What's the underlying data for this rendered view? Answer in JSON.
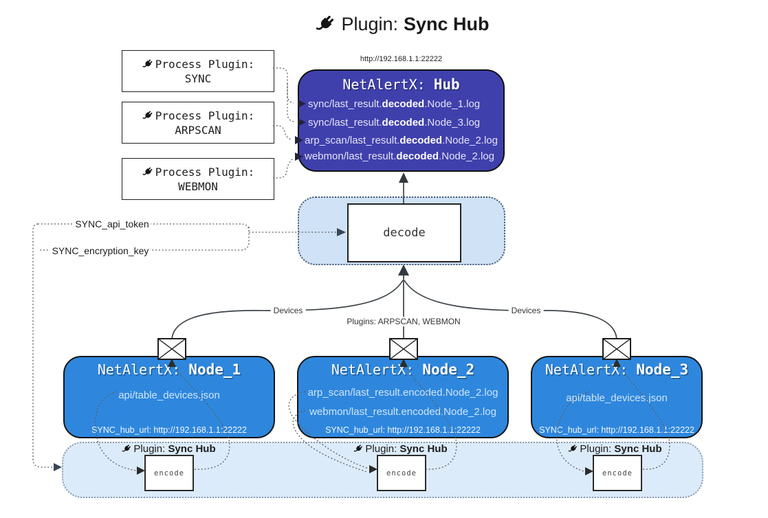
{
  "title": {
    "prefix": "Plugin: ",
    "name": "Sync Hub"
  },
  "process_plugins": [
    {
      "label": "Process Plugin:",
      "name": "SYNC"
    },
    {
      "label": "Process Plugin:",
      "name": "ARPSCAN"
    },
    {
      "label": "Process Plugin:",
      "name": "WEBMON"
    }
  ],
  "hub": {
    "url": "http://192.168.1.1:22222",
    "title_prefix": "NetAlertX: ",
    "title_name": "Hub",
    "items": [
      {
        "pre": "sync/last_result.",
        "bold": "decoded",
        "post": ".Node_1.log"
      },
      {
        "pre": "sync/last_result.",
        "bold": "decoded",
        "post": ".Node_3.log"
      },
      {
        "pre": "arp_scan/last_result.",
        "bold": "decoded",
        "post": ".Node_2.log"
      },
      {
        "pre": "webmon/last_result.",
        "bold": "decoded",
        "post": ".Node_2.log"
      }
    ]
  },
  "decode": {
    "label": "decode"
  },
  "settings": {
    "api_token": "SYNC_api_token",
    "encryption_key": "SYNC_encryption_key"
  },
  "edges": {
    "devices_left": "Devices",
    "devices_right": "Devices",
    "plugins_center": "Plugins: ARPSCAN, WEBMON"
  },
  "nodes": [
    {
      "title_prefix": "NetAlertX: ",
      "title_name": "Node_1",
      "files": [
        "api/table_devices.json"
      ],
      "hub_url": "SYNC_hub_url: http://192.168.1.1:22222"
    },
    {
      "title_prefix": "NetAlertX: ",
      "title_name": "Node_2",
      "files": [
        "arp_scan/last_result.encoded.Node_2.log",
        "webmon/last_result.encoded.Node_2.log"
      ],
      "hub_url": "SYNC_hub_url: http://192.168.1.1:22222"
    },
    {
      "title_prefix": "NetAlertX: ",
      "title_name": "Node_3",
      "files": [
        "api/table_devices.json"
      ],
      "hub_url": "SYNC_hub_url: http://192.168.1.1:22222"
    }
  ],
  "encode_sections": [
    {
      "plugin_prefix": "Plugin: ",
      "plugin_name": "Sync Hub",
      "box_label": "encode"
    },
    {
      "plugin_prefix": "Plugin: ",
      "plugin_name": "Sync Hub",
      "box_label": "encode"
    },
    {
      "plugin_prefix": "Plugin: ",
      "plugin_name": "Sync Hub",
      "box_label": "encode"
    }
  ],
  "colors": {
    "hub_bg": "#4040ad",
    "node_bg": "#2e87dd",
    "decode_panel_bg": "#cfe2f6",
    "encode_band_bg": "#dcebfa"
  }
}
